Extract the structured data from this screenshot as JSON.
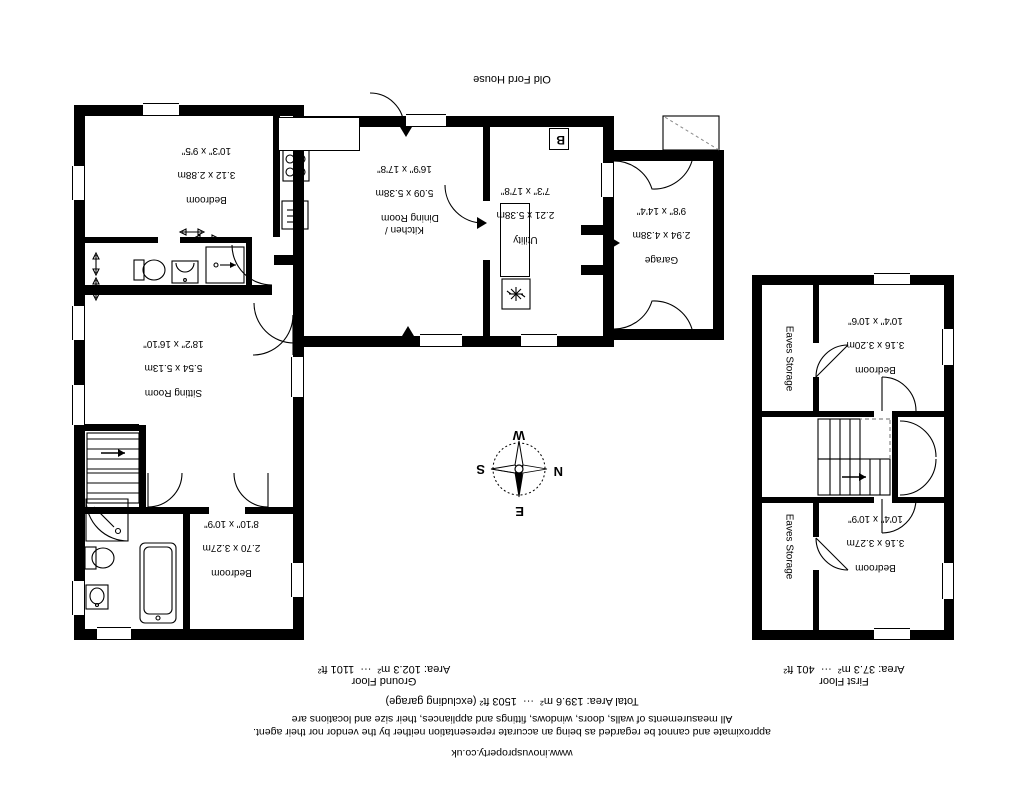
{
  "document": {
    "bottom_title": "Old Ford House",
    "website": "www.inovusproperty.co.uk",
    "disclaimer_line1": "All measurements of walls, doors, windows, fittings and appliances, their size and locations are",
    "disclaimer_line2": "approximate and cannot be regarded as being an accurate representation neither by the vendor nor their agent.",
    "total_area": "Total Area: 139.6 m²  ···  1503 ft² (excluding garage)"
  },
  "plans": {
    "first_floor": {
      "title": "First Floor",
      "area": "Area: 37.3 m²  ···  401 ft²",
      "rooms": [
        {
          "name": "Bedroom",
          "metric": "3.16 x 3.27m",
          "imperial": "10'4\" x 10'9\""
        },
        {
          "name": "Bedroom",
          "metric": "3.16 x 3.20m",
          "imperial": "10'4\" x 10'6\""
        }
      ],
      "storage_top": "Eaves Storage",
      "storage_bottom": "Eaves Storage"
    },
    "ground_floor": {
      "title": "Ground Floor",
      "area": "Area: 102.3 m²  ···  1101 ft²",
      "rooms": [
        {
          "name": "Bedroom",
          "metric": "2.70 x 3.27m",
          "imperial": "8'10\" x 10'9\""
        },
        {
          "name": "Sitting Room",
          "metric": "5.54 x 5.13m",
          "imperial": "18'2\" x 16'10\""
        },
        {
          "name": "Bedroom",
          "metric": "3.12 x 2.88m",
          "imperial": "10'3\" x 9'5\""
        },
        {
          "name": "Kitchen /\nDining Room",
          "metric": "5.09 x 5.38m",
          "imperial": "16'9\" x 17'8\""
        },
        {
          "name": "Utility",
          "metric": "2.21 x 5.38m",
          "imperial": "7'3\" x 17'8\""
        },
        {
          "name": "Garage",
          "metric": "2.94 x 4.38m",
          "imperial": "9'8\" x 14'4\""
        }
      ]
    }
  },
  "compass": {
    "north": "N",
    "south": "S",
    "east": "E",
    "west": "W"
  },
  "markers": {
    "boiler": "B"
  }
}
